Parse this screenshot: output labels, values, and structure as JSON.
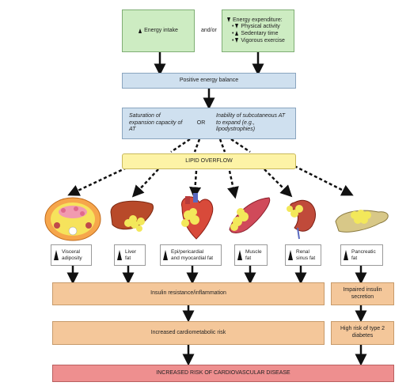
{
  "top": {
    "energy_intake": "Energy intake",
    "andor": "and/or",
    "energy_expenditure": {
      "title": "Energy expenditure:",
      "items": [
        "Physical activity",
        "Sedentary time",
        "Vigorous exercise"
      ]
    }
  },
  "positive_balance": "Positive energy balance",
  "saturation": "Saturation of expansion capacity of AT",
  "or": "OR",
  "inability": "Inability of subcutaneous AT to expand (e.g., lipodystrophies)",
  "lipid_overflow": "LIPID OVERFLOW",
  "organs": [
    {
      "name": "visceral-adipose-image"
    },
    {
      "name": "liver-image"
    },
    {
      "name": "heart-image"
    },
    {
      "name": "muscle-image"
    },
    {
      "name": "kidney-image"
    },
    {
      "name": "pancreas-image"
    }
  ],
  "fat_labels": [
    {
      "line1": "Visceral",
      "line2": "adiposity"
    },
    {
      "line1": "Liver",
      "line2": "fat"
    },
    {
      "line1": "Epi/pericardial",
      "line2": "and myocardial fat"
    },
    {
      "line1": "Muscle",
      "line2": "fat"
    },
    {
      "line1": "Renal",
      "line2": "sinus fat"
    },
    {
      "line1": "Pancreatic",
      "line2": "fat"
    }
  ],
  "insulin_resistance": "Insulin resistance/inflammation",
  "impaired_secretion": "Impaired insulin secretion",
  "cardiometabolic": "Increased cardiometabolic risk",
  "high_risk_t2d": "High risk of type 2 diabetes",
  "cvd": "INCREASED RISK OF CARDIOVASCULAR DISEASE",
  "colors": {
    "green": "#cdecc2",
    "blue": "#cfe0ef",
    "yellow": "#fdf3a6",
    "orange": "#f4c79a",
    "red": "#ee8f8f",
    "fat": "#f3e85a"
  }
}
